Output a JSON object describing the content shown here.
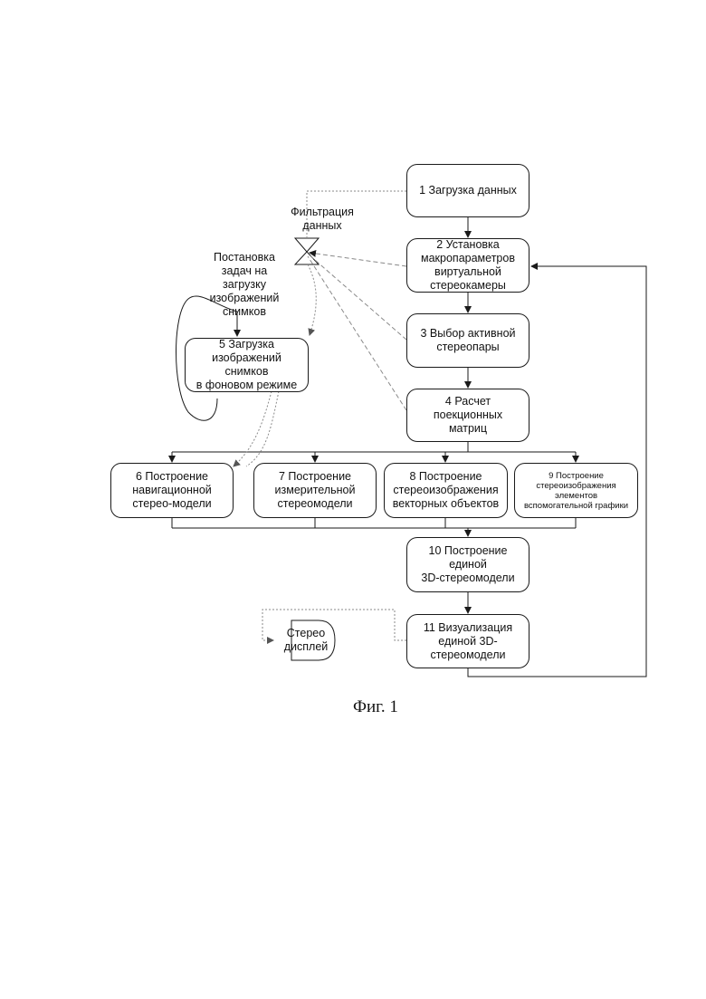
{
  "diagram": {
    "nodes": {
      "n1": "1 Загрузка данных",
      "n2": "2 Установка\nмакропараметров\nвиртуальной\nстереокамеры",
      "n3": "3 Выбор активной\nстереопары",
      "n4": "4 Расчет поекционных\nматриц",
      "n5": "5 Загрузка\nизображений снимков\nв фоновом режиме",
      "n6": "6  Построение\nнавигационной\nстерео-модели",
      "n7": "7 Построение\nизмерительной\nстереомодели",
      "n8": "8 Построение\nстереоизображения\nвекторных объектов",
      "n9": "9 Построение\nстереоизображения\nэлементов\nвспомогательной графики",
      "n10": "10 Построение единой\n3D-стереомодели",
      "n11": "11 Визуализация\nединой 3D-\nстереомодели",
      "display": "Стерео\nдисплей"
    },
    "labels": {
      "filter": "Фильтрация\nданных",
      "tasks": "Постановка\nзадач на\nзагрузку\nизображений\nснимков"
    },
    "caption": "Фиг. 1",
    "colors": {
      "line": "#1a1a1a",
      "dashed": "#8a8a8a"
    }
  }
}
